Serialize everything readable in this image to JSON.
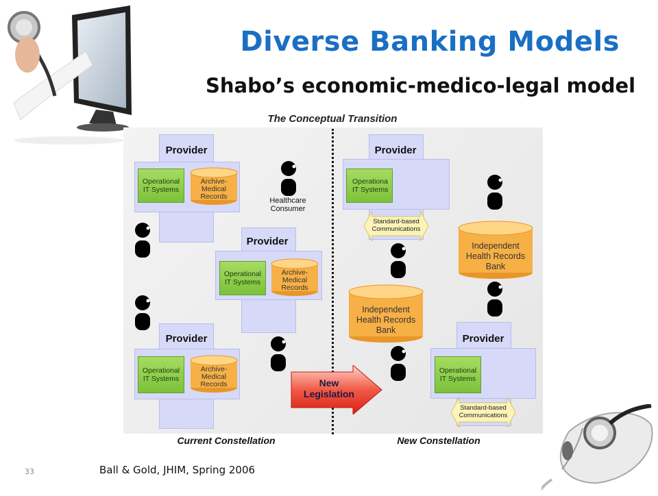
{
  "slide": {
    "title": "Diverse Banking Models",
    "subtitle": "Shabo’s economic-medico-legal model",
    "page_number": "33",
    "citation": "Ball & Gold, JHIM, Spring 2006"
  },
  "figure": {
    "title": "The Conceptual Transition",
    "left_caption": "Current Constellation",
    "right_caption": "New Constellation",
    "legislation_line1": "New",
    "legislation_line2": "Legislation",
    "provider_label": "Provider",
    "ops_line1": "Operational",
    "ops_line2": "IT Systems",
    "ops_trunc_line1": "Operationa",
    "archive_line1": "Archive-",
    "archive_line2": "Medical",
    "archive_line3": "Records",
    "healthcare_line1": "Healthcare",
    "healthcare_line2": "Consumer",
    "comm_line1": "Standard-based",
    "comm_line2": "Communications",
    "bank_line1": "Independent",
    "bank_line2": "Health Records",
    "bank_line3": "Bank"
  },
  "colors": {
    "title": "#1a6fc4",
    "provider_cross": "#d6d9f7",
    "ops_green": "#8ccb48",
    "archive_orange": "#f7b64a",
    "legislation_red": "#e8372b",
    "comm_yellow": "#fbf3b8"
  }
}
